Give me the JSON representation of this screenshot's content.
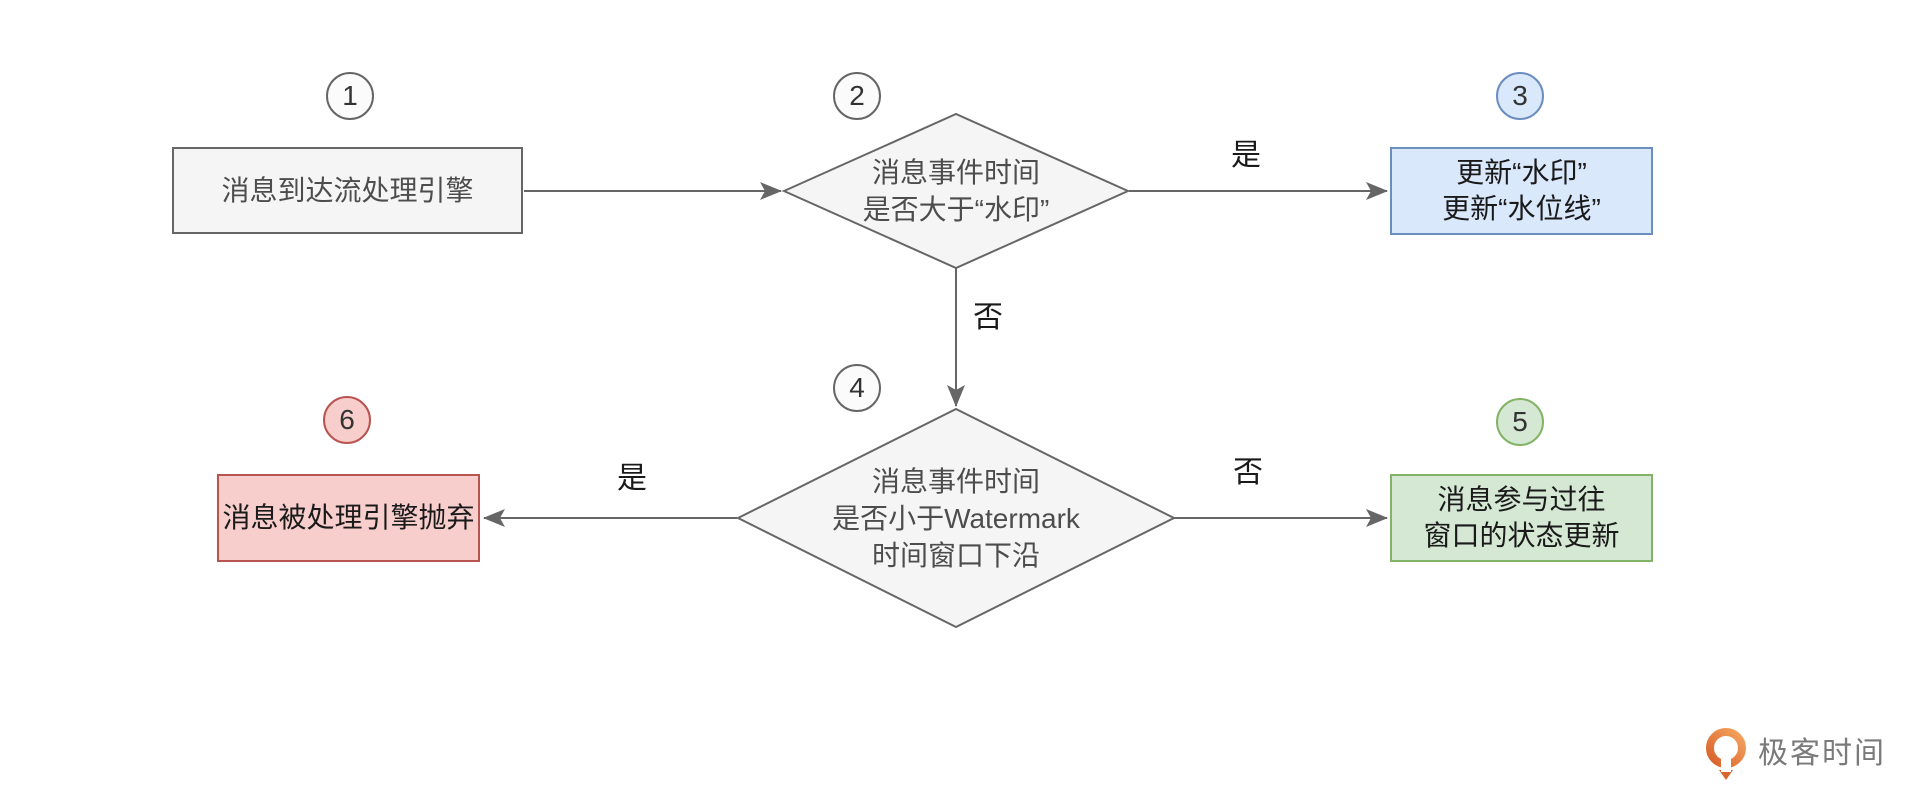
{
  "flowchart": {
    "nodes": {
      "n1": {
        "badge": "1",
        "text": "消息到达流处理引擎"
      },
      "n2": {
        "badge": "2",
        "lines": [
          "消息事件时间",
          "是否大于“水印”"
        ]
      },
      "n3": {
        "badge": "3",
        "lines": [
          "更新“水印”",
          "更新“水位线”"
        ]
      },
      "n4": {
        "badge": "4",
        "lines": [
          "消息事件时间",
          "是否小于Watermark",
          "时间窗口下沿"
        ]
      },
      "n5": {
        "badge": "5",
        "lines": [
          "消息参与过往",
          "窗口的状态更新"
        ]
      },
      "n6": {
        "badge": "6",
        "text": "消息被处理引擎抛弃"
      }
    },
    "edges": {
      "e2_3": {
        "label": "是"
      },
      "e2_4": {
        "label": "否"
      },
      "e4_6": {
        "label": "是"
      },
      "e4_5": {
        "label": "否"
      }
    },
    "colors": {
      "gray_fill": "#F5F5F5",
      "gray_stroke": "#666666",
      "blue_fill": "#DAE8FC",
      "blue_stroke": "#6C8EBF",
      "green_fill": "#D5E8D4",
      "green_stroke": "#82B366",
      "red_fill": "#F8CECC",
      "red_stroke": "#B85450",
      "connector": "#666666"
    }
  },
  "branding": {
    "logo_text": "极客时间",
    "logo_orange": "#EE7129",
    "logo_text_color": "#7A7A7A"
  }
}
